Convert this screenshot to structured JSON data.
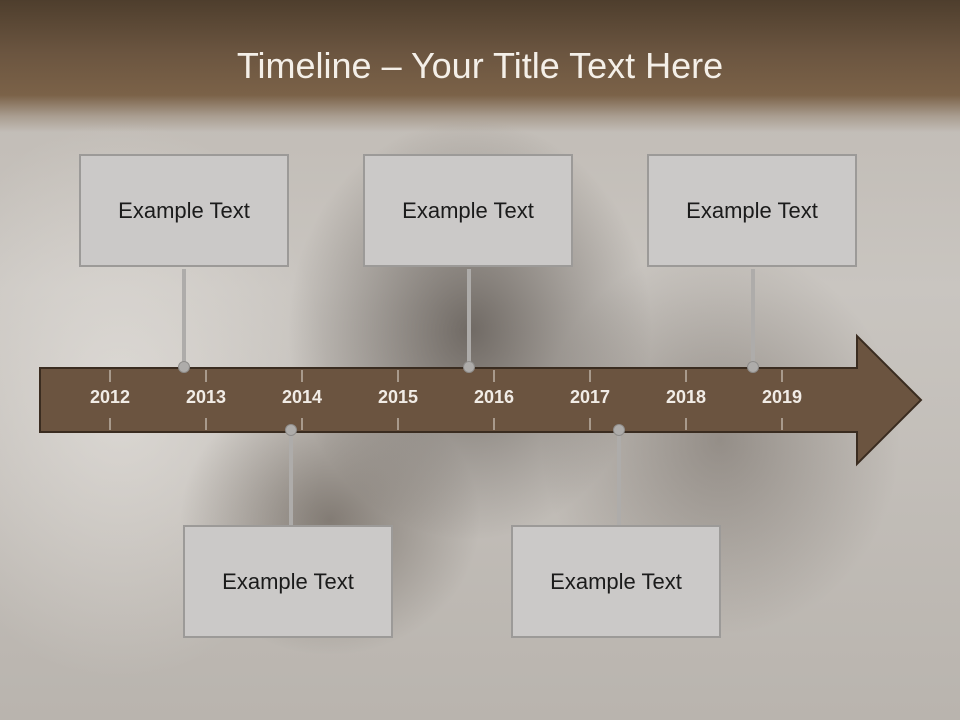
{
  "title": "Timeline – Your Title Text Here",
  "timeline": {
    "years": [
      "2012",
      "2013",
      "2014",
      "2015",
      "2016",
      "2017",
      "2018",
      "2019"
    ],
    "arrow_color": "#6b5440",
    "events_above": [
      {
        "text": "Example Text"
      },
      {
        "text": "Example Text"
      },
      {
        "text": "Example Text"
      }
    ],
    "events_below": [
      {
        "text": "Example Text"
      },
      {
        "text": "Example Text"
      }
    ]
  }
}
